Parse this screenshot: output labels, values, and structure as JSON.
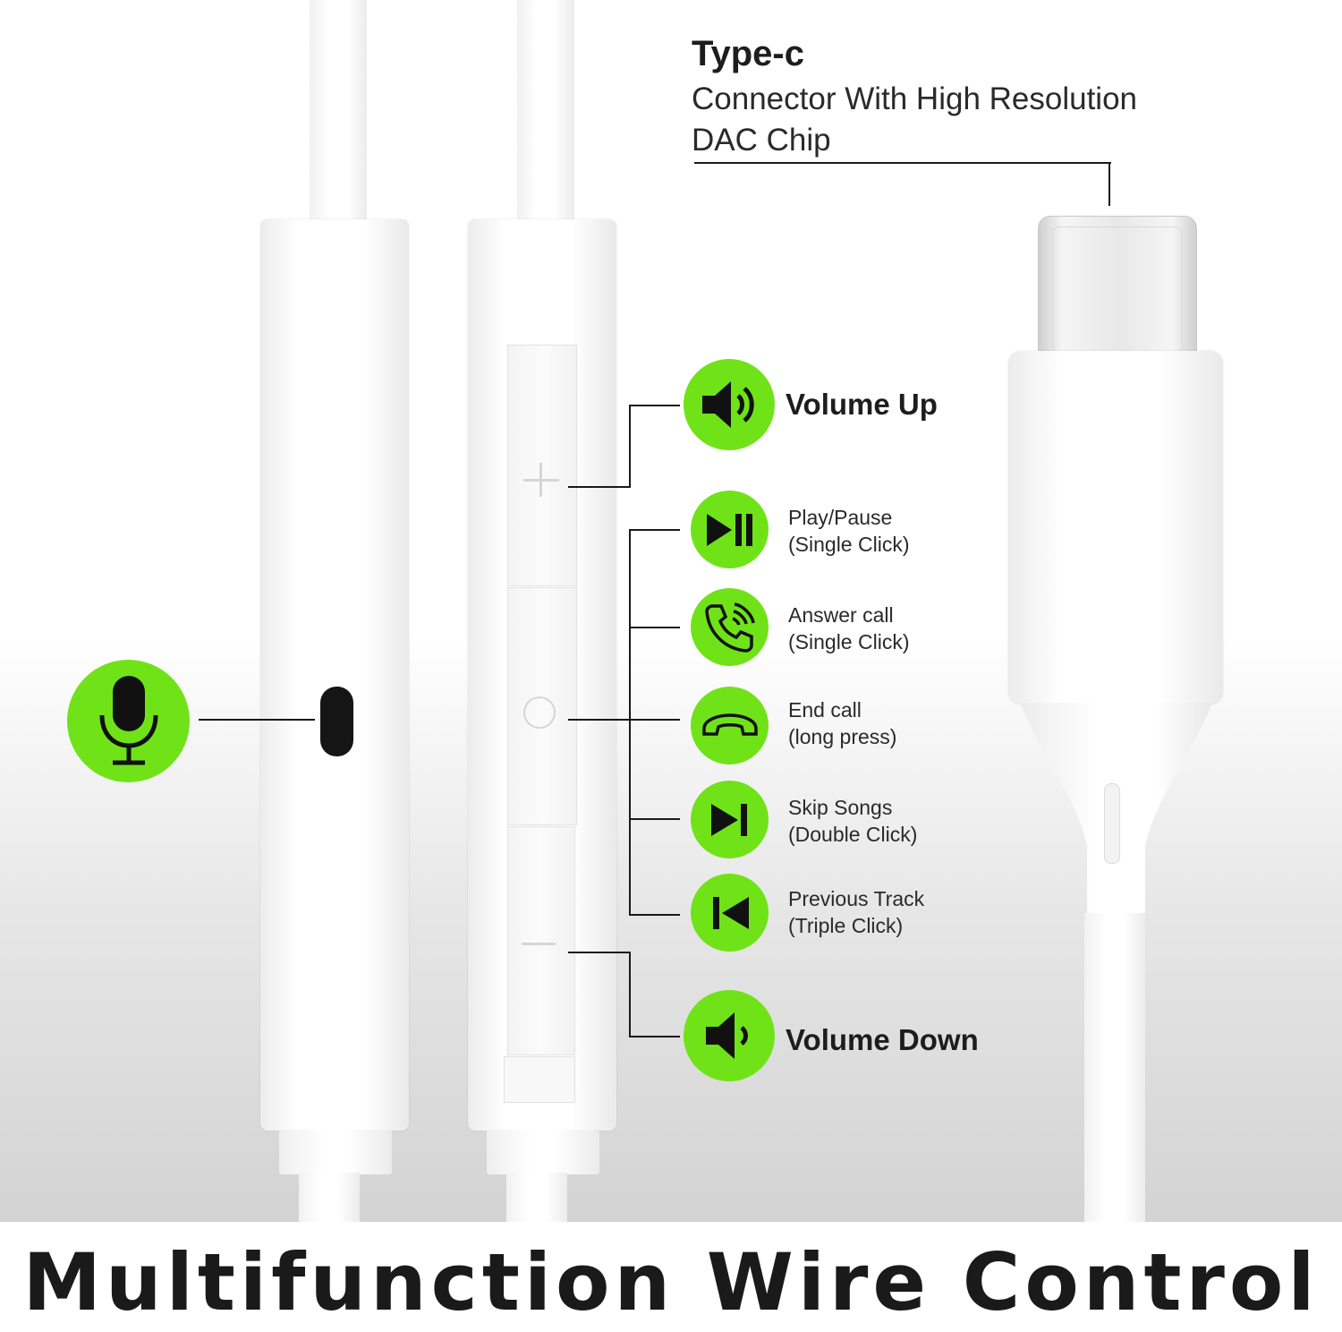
{
  "connector": {
    "title": "Type-c",
    "desc_line1": "Connector With High Resolution",
    "desc_line2": "DAC Chip"
  },
  "controls": {
    "volume_up": "Volume Up",
    "volume_down": "Volume Down",
    "functions": [
      {
        "name": "Play/Pause",
        "action": "(Single Click)",
        "icon": "play-pause-icon"
      },
      {
        "name": "Answer call",
        "action": "(Single Click)",
        "icon": "phone-answer-icon"
      },
      {
        "name": "End call",
        "action": "(long press)",
        "icon": "phone-hangup-icon"
      },
      {
        "name": "Skip Songs",
        "action": "(Double Click)",
        "icon": "skip-next-icon"
      },
      {
        "name": "Previous Track",
        "action": "(Triple Click)",
        "icon": "skip-previous-icon"
      }
    ]
  },
  "microphone_icon": "microphone-icon",
  "accent_color": "#6fe317",
  "footer": {
    "title": "Multifunction Wire Control"
  }
}
